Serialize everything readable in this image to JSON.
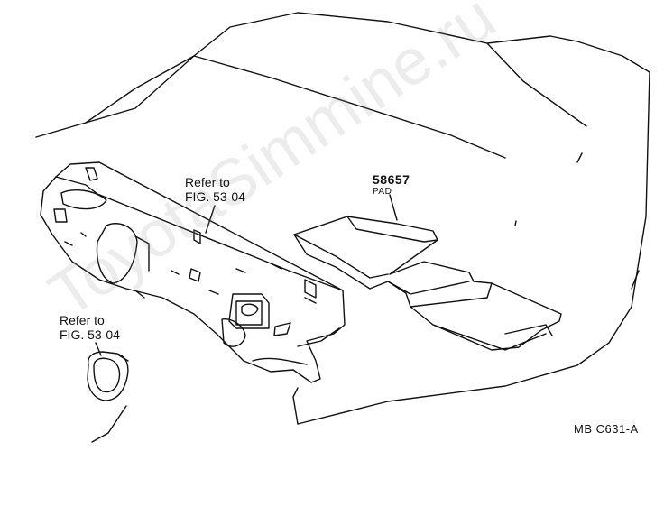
{
  "callouts": {
    "panel_ref": {
      "line1": "Refer to",
      "line2": "FIG. 53-04"
    },
    "plug_ref": {
      "line1": "Refer to",
      "line2": "FIG. 53-04"
    },
    "pad": {
      "part_number": "58657",
      "part_name": "PAD"
    }
  },
  "diagram_code": "MB  C631-A",
  "watermark": "ToyotaSimmine.ru",
  "colors": {
    "line": "#111111",
    "background": "#ffffff",
    "watermark": "#969696"
  }
}
